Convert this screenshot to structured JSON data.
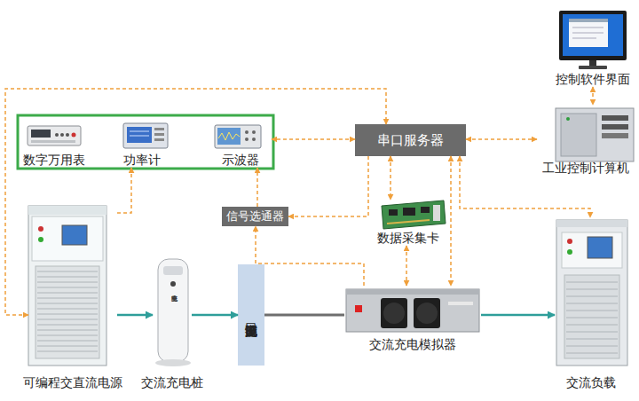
{
  "diagram": {
    "nodes": [
      {
        "text": [
          "数字万用表"
        ]
      },
      {
        "text": [
          "功率计"
        ]
      },
      {
        "text": [
          "示波器"
        ]
      },
      {
        "text": [
          "串口服务器"
        ]
      },
      {
        "text": [
          "控制软件界面"
        ]
      },
      {
        "text": [
          "工业控制计算机"
        ]
      },
      {
        "text": [
          "信号选通器"
        ]
      },
      {
        "text": [
          "数据采集卡"
        ]
      },
      {
        "text": [
          "可编程交直流电源"
        ]
      },
      {
        "text": [
          "交流充电桩"
        ]
      },
      {
        "text": [
          "充电设施测试接口"
        ]
      },
      {
        "text": [
          "交流充电模拟器"
        ]
      },
      {
        "text": [
          "交流负载"
        ]
      }
    ],
    "edges": [
      {
        "from": 3,
        "to": 2,
        "arrow": "both"
      },
      {
        "from": 3,
        "to": 5,
        "arrow": "both"
      },
      {
        "from": 4,
        "to": 5,
        "arrow": "both"
      },
      {
        "from": 8,
        "to": 3,
        "arrow": "both"
      },
      {
        "from": 3,
        "to": 7,
        "arrow": "both"
      },
      {
        "from": 3,
        "to": 6,
        "arrow": "to"
      },
      {
        "from": 3,
        "to": 12,
        "arrow": "both"
      },
      {
        "from": 3,
        "to": 11,
        "arrow": "both"
      },
      {
        "from": 7,
        "to": 11,
        "arrow": "both"
      },
      {
        "from": 11,
        "to": 6,
        "arrow": "to"
      },
      {
        "from": 8,
        "to": 1,
        "arrow": "to"
      },
      {
        "from": 6,
        "to": 2,
        "arrow": "to"
      },
      {
        "from": 8,
        "to": 9,
        "arrow": "to"
      },
      {
        "from": 9,
        "to": 10,
        "arrow": "to"
      },
      {
        "from": 10,
        "to": 11,
        "arrow": "none"
      },
      {
        "from": 11,
        "to": 12,
        "arrow": "to"
      }
    ],
    "labels": [
      "交流充电桩"
    ]
  }
}
